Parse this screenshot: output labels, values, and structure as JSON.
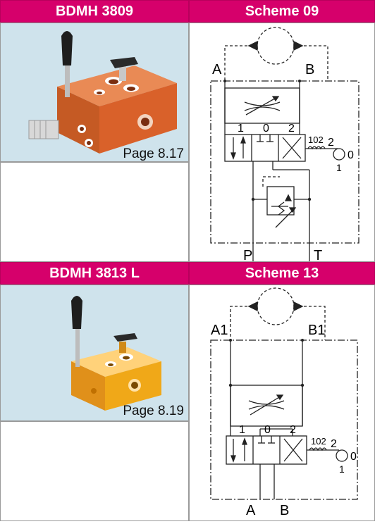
{
  "row1": {
    "left_header": "BDMH 3809",
    "right_header": "Scheme 09",
    "page_ref": "Page 8.17",
    "scheme": {
      "port_a": "A",
      "port_b": "B",
      "port_p": "P",
      "port_t": "T",
      "pos_1": "1",
      "pos_0": "0",
      "pos_2": "2",
      "detent_label": "102",
      "detent_2": "2",
      "detent_0": "0",
      "detent_1": "1"
    }
  },
  "row2": {
    "left_header": "BDMH 3813 L",
    "right_header": "Scheme 13",
    "page_ref": "Page 8.19",
    "scheme": {
      "port_a1": "A1",
      "port_b1": "B1",
      "port_a": "A",
      "port_b": "B",
      "pos_1": "1",
      "pos_0": "0",
      "pos_2": "2",
      "detent_label": "102",
      "detent_2": "2",
      "detent_0": "0",
      "detent_1": "1"
    }
  },
  "colors": {
    "header_bg": "#d6006b",
    "photo_bg": "#cfe3ec",
    "valve_block_orange": "#d9612a",
    "valve_block_yellow": "#f0a818"
  }
}
